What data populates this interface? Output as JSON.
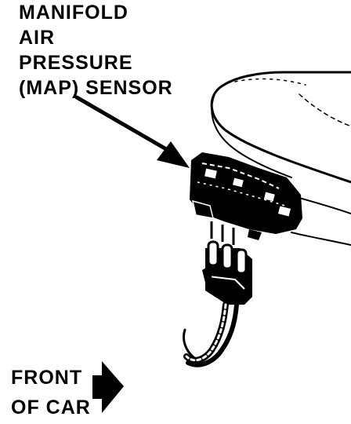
{
  "callout": {
    "lines": [
      "MANIFOLD",
      "AIR",
      "PRESSURE",
      "(MAP) SENSOR"
    ]
  },
  "direction_label": {
    "lines": [
      "FRONT",
      "OF CAR"
    ]
  },
  "colors": {
    "ink": "#000000",
    "paper": "#ffffff"
  }
}
